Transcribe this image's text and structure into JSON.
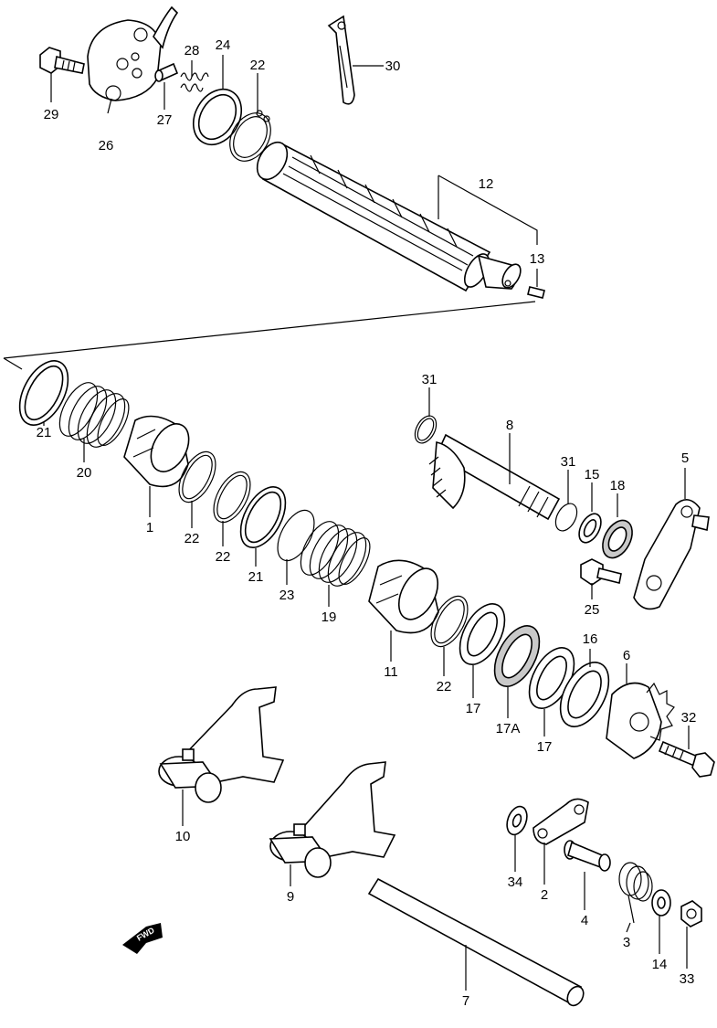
{
  "labels": {
    "l1": "1",
    "l2": "2",
    "l3": "3",
    "l4": "4",
    "l5": "5",
    "l6": "6",
    "l7": "7",
    "l8": "8",
    "l9": "9",
    "l10": "10",
    "l11": "11",
    "l12": "12",
    "l13": "13",
    "l14": "14",
    "l15": "15",
    "l16": "16",
    "l17a": "17",
    "l17b": "17",
    "l17A": "17A",
    "l18": "18",
    "l19": "19",
    "l20": "20",
    "l21a": "21",
    "l21b": "21",
    "l22a": "22",
    "l22b": "22",
    "l22c": "22",
    "l22d": "22",
    "l23": "23",
    "l24": "24",
    "l25": "25",
    "l26": "26",
    "l27": "27",
    "l28": "28",
    "l29": "29",
    "l30": "30",
    "l31a": "31",
    "l31b": "31",
    "l32": "32",
    "l33": "33",
    "l34": "34"
  },
  "badge": {
    "fwd": "FWD"
  }
}
